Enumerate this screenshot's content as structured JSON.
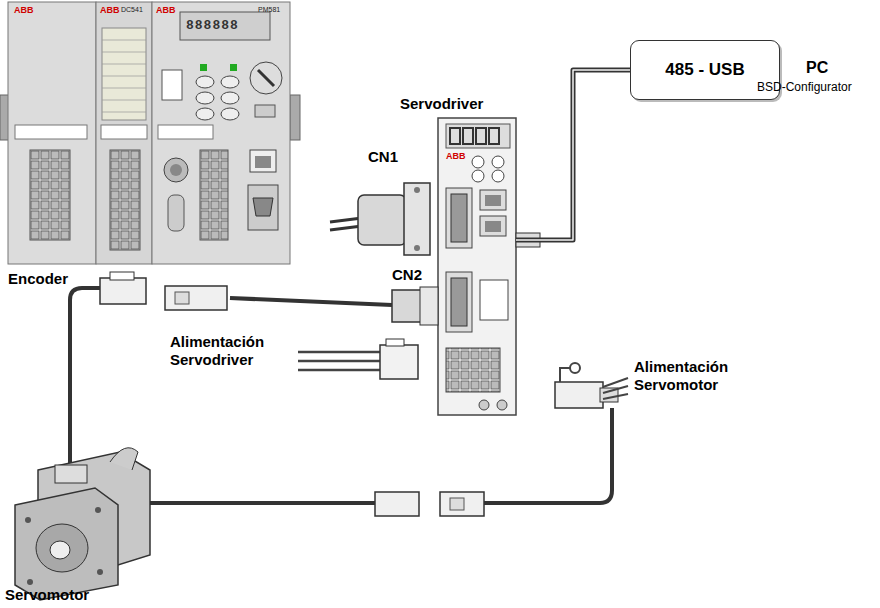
{
  "diagram": {
    "nodes": [
      {
        "text": [
          "Servodriver"
        ]
      },
      {
        "text": [
          "485 - USB"
        ]
      }
    ],
    "edges": [
      {
        "from": 0,
        "to": 1,
        "arrow": "none"
      }
    ],
    "labels": [
      "CN1",
      "CN2",
      "Encoder",
      "Alimentación Servodriver",
      "Alimentación Servomotor",
      "Servomotor",
      "PC",
      "BSD-Configurator",
      "ABB",
      "ABB",
      "DC541",
      "ABB",
      "PM581",
      "888888",
      "ABB"
    ]
  }
}
